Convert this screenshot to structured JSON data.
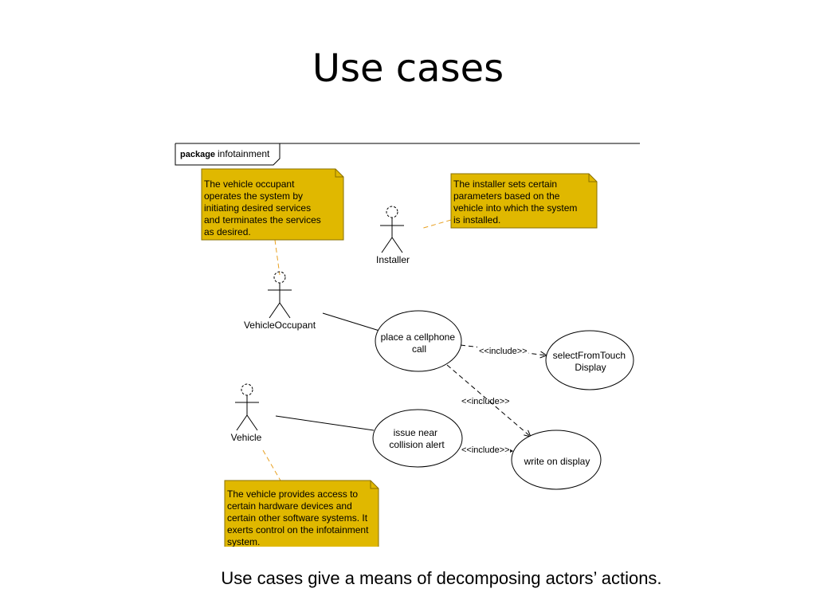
{
  "slide": {
    "title": "Use cases",
    "caption": "Use cases give a means of decomposing actors’ actions."
  },
  "package": {
    "keyword": "package",
    "name": "infotainment"
  },
  "notes": [
    {
      "lines": [
        "The vehicle occupant",
        "operates the system by",
        "initiating desired services",
        "and terminates the services",
        "as desired."
      ]
    },
    {
      "lines": [
        "The installer sets certain",
        "parameters based on the",
        "vehicle into which the system",
        "is installed."
      ]
    },
    {
      "lines": [
        "The vehicle provides access to",
        "certain hardware devices and",
        "certain other software systems. It",
        "exerts control on the infotainment",
        "system."
      ]
    }
  ],
  "actors": [
    {
      "name": "Installer"
    },
    {
      "name": "VehicleOccupant"
    },
    {
      "name": "Vehicle"
    }
  ],
  "use_cases": [
    {
      "lines": [
        "place a cellphone",
        "call"
      ]
    },
    {
      "lines": [
        "selectFromTouch",
        "Display"
      ]
    },
    {
      "lines": [
        "issue near",
        "collision alert"
      ]
    },
    {
      "lines": [
        "write on display"
      ]
    }
  ],
  "relations": [
    {
      "label": "<<include>>"
    },
    {
      "label": "<<include>>"
    },
    {
      "label": "<<include>>"
    }
  ],
  "colors": {
    "note_fill": "#e0b800",
    "note_border": "#8a7000",
    "dashed_link": "#e8a020",
    "line": "#000000"
  }
}
